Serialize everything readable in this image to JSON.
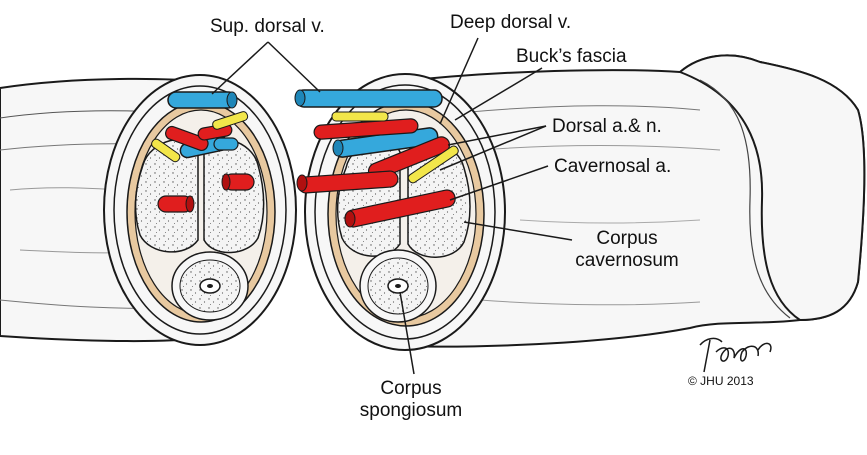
{
  "labels": {
    "sup_dorsal_v": "Sup. dorsal v.",
    "deep_dorsal_v": "Deep dorsal v.",
    "bucks_fascia": "Buck’s fascia",
    "dorsal_a_n": "Dorsal a.& n.",
    "cavernosal_a": "Cavernosal a.",
    "corpus_cavernosum_line1": "Corpus",
    "corpus_cavernosum_line2": "cavernosum",
    "corpus_spongiosum_line1": "Corpus",
    "corpus_spongiosum_line2": "spongiosum"
  },
  "copyright": "© JHU 2013",
  "colors": {
    "vein": "#35a8dc",
    "artery": "#e01e1e",
    "nerve": "#f2e64a",
    "fascia_tan": "#e8c9a0",
    "outline": "#1a1a1a",
    "tissue": "#f2f2f2"
  }
}
